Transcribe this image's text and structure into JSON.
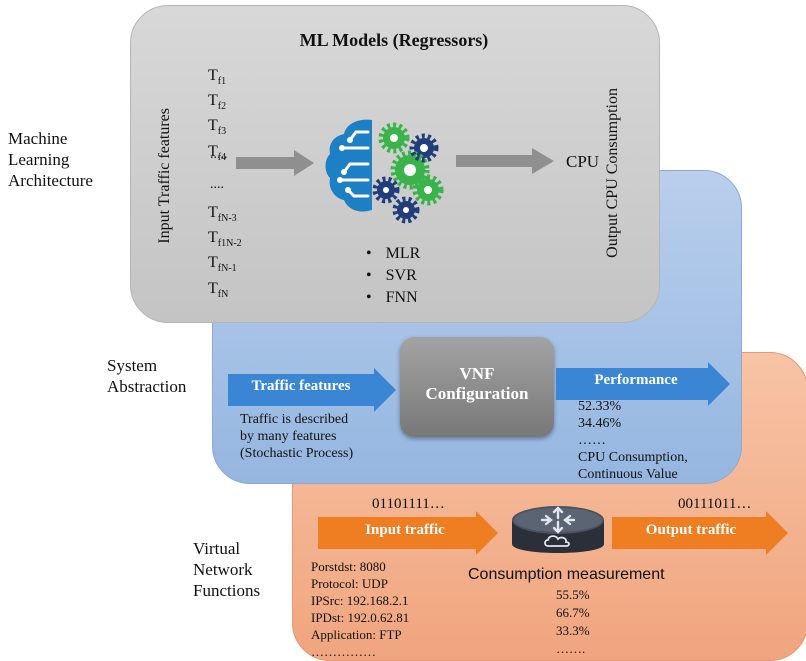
{
  "side_labels": {
    "ml": [
      "Machine",
      "Learning",
      "Architecture"
    ],
    "system": [
      "System",
      "Abstraction"
    ],
    "vnf": [
      "Virtual",
      "Network",
      "Functions"
    ]
  },
  "ml_layer": {
    "title": "ML Models (Regressors)",
    "input_label": "Input Traffic features",
    "output_label": "Output CPU Consumption",
    "output_value": "CPU",
    "features_top": [
      {
        "base": "T",
        "sub": "f1"
      },
      {
        "base": "T",
        "sub": "f2"
      },
      {
        "base": "T",
        "sub": "f3"
      },
      {
        "base": "T",
        "sub": "f4"
      }
    ],
    "dots_1": ".....",
    "dots_2": "....",
    "features_bottom": [
      {
        "base": "T",
        "sub": "fN-3"
      },
      {
        "base": "T",
        "sub": "f1N-2"
      },
      {
        "base": "T",
        "sub": "fN-1"
      },
      {
        "base": "T",
        "sub": "fN"
      }
    ],
    "models": [
      "MLR",
      "SVR",
      "FNN"
    ]
  },
  "system_layer": {
    "input_arrow": "Traffic features",
    "input_desc": [
      "Traffic is described",
      "by many features",
      "(Stochastic Process)"
    ],
    "box_label": [
      "VNF",
      "Configuration"
    ],
    "output_arrow": "Performance",
    "output_values": [
      "52.33%",
      "34.46%",
      "……",
      "CPU Consumption,",
      "Continuous Value"
    ]
  },
  "vnf_layer": {
    "input_bits": "01101111…",
    "output_bits": "00111011…",
    "input_arrow": "Input traffic",
    "output_arrow": "Output traffic",
    "measurement_title": "Consumption measurement",
    "packet_fields": [
      "Porstdst: 8080",
      "Protocol:  UDP",
      "IPSrc:  192.168.2.1",
      "IPDst:  192.0.62.81",
      "Application:  FTP",
      "……………"
    ],
    "measurements": [
      "55.5%",
      "66.7%",
      "33.3%",
      "……."
    ]
  },
  "colors": {
    "ml_layer": "#cccccc",
    "system_layer": "#a6c2e6",
    "vnf_layer": "#f3b08c",
    "blue_arrow": "#3a86d4",
    "orange_arrow": "#ef7d22",
    "gear_green": "#39b34a",
    "gear_navy": "#223e7a",
    "brain_blue": "#1d7fc4"
  },
  "icons": [
    "brain-gears-icon",
    "router-icon"
  ]
}
